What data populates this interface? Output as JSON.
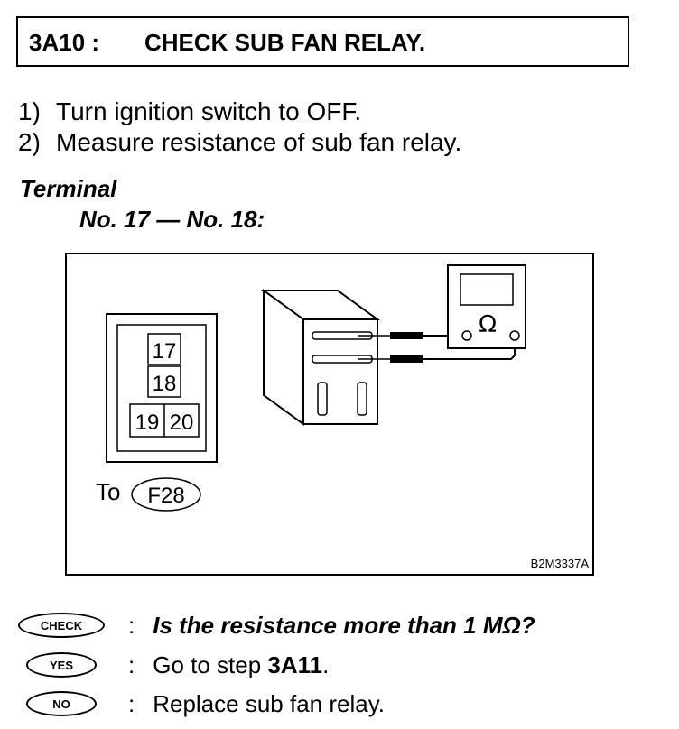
{
  "step": {
    "code": "3A10 :",
    "title": "CHECK SUB FAN RELAY."
  },
  "instructions": [
    {
      "num": "1)",
      "text": "Turn ignition switch to OFF."
    },
    {
      "num": "2)",
      "text": "Measure resistance of sub fan relay."
    }
  ],
  "terminal": {
    "label": "Terminal",
    "spec": "No. 17 — No. 18:"
  },
  "figure": {
    "connector_pins": [
      "17",
      "18",
      "19",
      "20"
    ],
    "to_label": "To",
    "connector_id": "F28",
    "meter_symbol": "Ω",
    "figure_code": "B2M3337A"
  },
  "results": [
    {
      "badge": "CHECK",
      "text": "Is the resistance more than 1 MΩ?"
    },
    {
      "badge": "YES",
      "text_prefix": "Go to step ",
      "text_step": "3A11",
      "text_suffix": "."
    },
    {
      "badge": "NO",
      "text": "Replace sub fan relay."
    }
  ]
}
